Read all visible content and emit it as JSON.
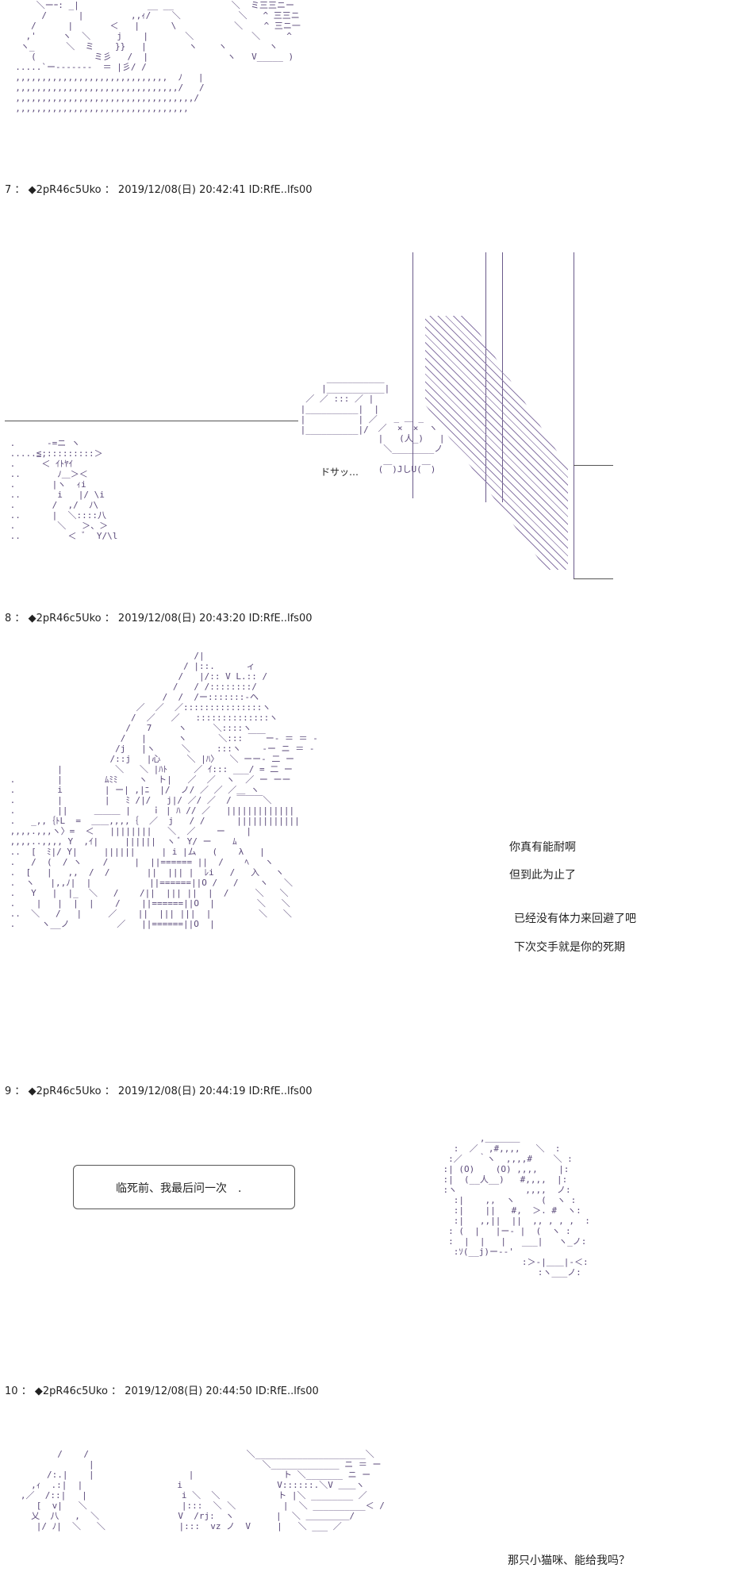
{
  "posts": [
    {
      "num": "7",
      "sep": "：",
      "trip": "◆2pR46c5Uko",
      "date": "2019/12/08(日)",
      "time": "20:42:41",
      "id": "ID:RfE..lfs00"
    },
    {
      "num": "8",
      "sep": "：",
      "trip": "◆2pR46c5Uko",
      "date": "2019/12/08(日)",
      "time": "20:43:20",
      "id": "ID:RfE..lfs00"
    },
    {
      "num": "9",
      "sep": "：",
      "trip": "◆2pR46c5Uko",
      "date": "2019/12/08(日)",
      "time": "20:44:19",
      "id": "ID:RfE..lfs00"
    },
    {
      "num": "10",
      "sep": "：",
      "trip": "◆2pR46c5Uko",
      "date": "2019/12/08(日)",
      "time": "20:44:50",
      "id": "ID:RfE..lfs00"
    }
  ],
  "post7": {
    "sfx": "ドサッ…"
  },
  "post8": {
    "lines": [
      "你真有能耐啊",
      "但到此为止了",
      "已经没有体力来回避了吧",
      "下次交手就是你的死期"
    ]
  },
  "post9": {
    "bubble": "临死前、我最后问一次　."
  },
  "post10": {
    "line": "那只小猫咪、能给我吗？"
  }
}
